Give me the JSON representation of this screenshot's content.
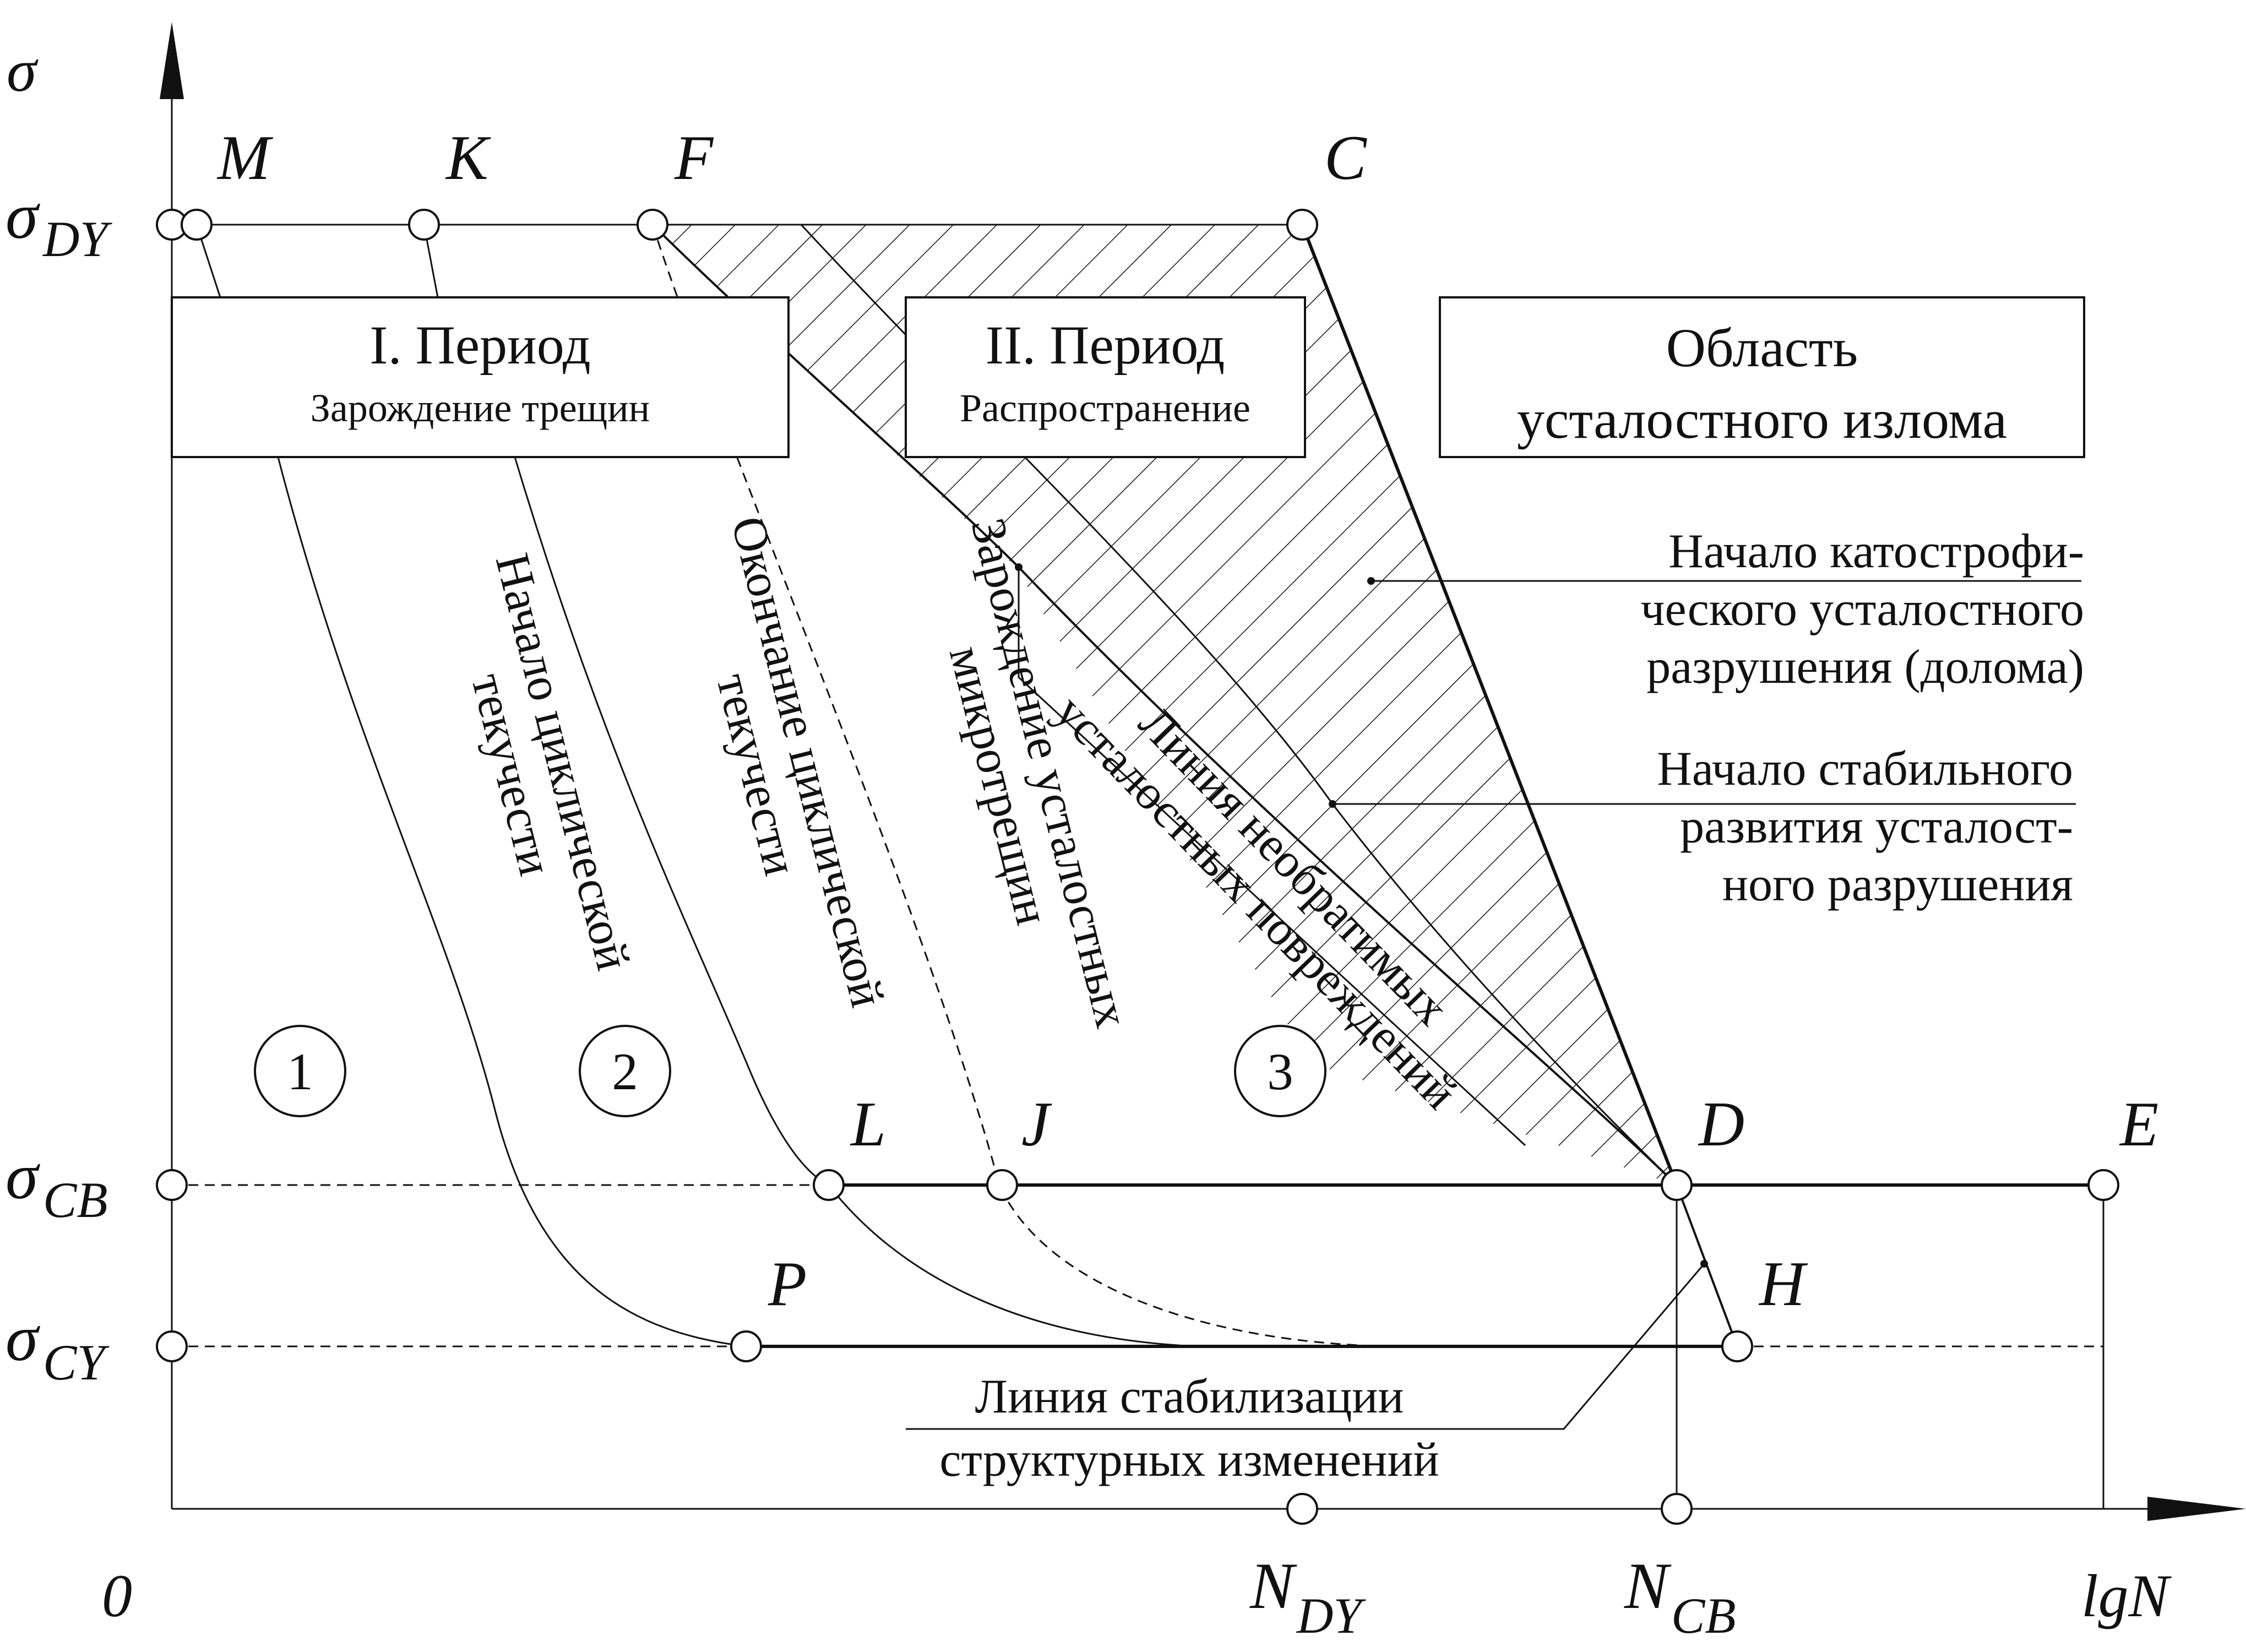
{
  "axes": {
    "y_symbol": "σ",
    "x_symbol": "lgN",
    "origin": "0",
    "sigma_dy": {
      "main": "σ",
      "sub": "DY"
    },
    "sigma_cb": {
      "main": "σ",
      "sub": "CB"
    },
    "sigma_cy": {
      "main": "σ",
      "sub": "CY"
    },
    "n_dy": {
      "main": "N",
      "sub": "DY"
    },
    "n_cb": {
      "main": "N",
      "sub": "CB"
    }
  },
  "points": {
    "M": "M",
    "K": "K",
    "F": "F",
    "C": "C",
    "L": "L",
    "J": "J",
    "D": "D",
    "E": "E",
    "P": "P",
    "H": "H"
  },
  "boxes": {
    "period1": {
      "title": "I. Период",
      "subtitle": "Зарождение трещин"
    },
    "period2": {
      "title": "II. Период",
      "subtitle": "Распространение"
    },
    "fracture": {
      "line1": "Область",
      "line2": "усталостного излома"
    }
  },
  "regions": {
    "r1": "1",
    "r2": "2",
    "r3": "3"
  },
  "curve_labels": {
    "cyclic_start": [
      "Начало циклической",
      "текучести"
    ],
    "cyclic_end": [
      "Окончание циклической",
      "текучести"
    ],
    "micro_cracks": [
      "Зарождение усталостных",
      "микротрещин"
    ],
    "irreversible": [
      "Линия необратимых",
      "усталостных повреждений"
    ]
  },
  "annotations": {
    "catastrophic": [
      "Начало катострофи-",
      "ческого усталостного",
      "разрушения (долома)"
    ],
    "stable": [
      "Начало стабильного",
      "развития усталост-",
      "ного разрушения"
    ],
    "stabilization": [
      "Линия стабилизации",
      "структурных изменений"
    ]
  }
}
